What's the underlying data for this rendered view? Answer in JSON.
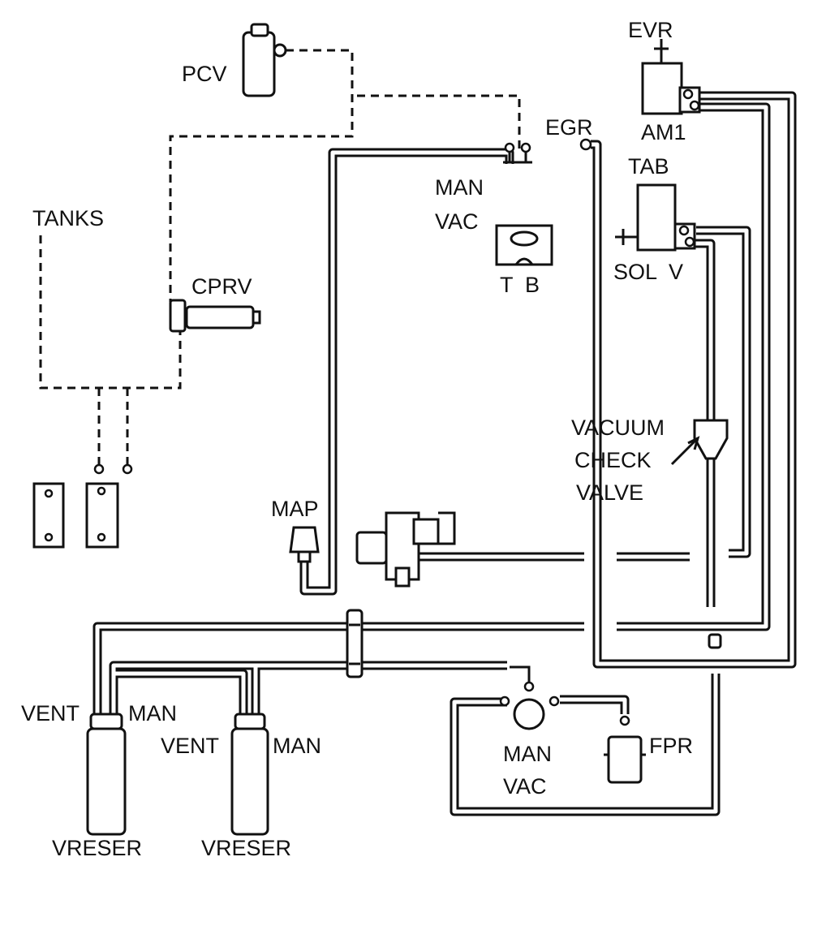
{
  "diagram": {
    "labels": {
      "pcv": "PCV",
      "tanks": "TANKS",
      "cprv": "CPRV",
      "egr": "EGR",
      "evr": "EVR",
      "am1": "AM1",
      "tab": "TAB",
      "man_vac_top_1": "MAN",
      "man_vac_top_2": "VAC",
      "tb": "T  B",
      "sol_v": "SOL  V",
      "vacuum": "VACUUM",
      "check": "CHECK",
      "valve": "VALVE",
      "map": "MAP",
      "vent_left": "VENT",
      "man_left": "MAN",
      "vent_mid": "VENT",
      "man_mid": "MAN",
      "vreser_left": "VRESER",
      "vreser_mid": "VRESER",
      "man_vac_bottom_1": "MAN",
      "man_vac_bottom_2": "VAC",
      "fpr": "FPR"
    },
    "colors": {
      "line": "#111111",
      "background": "#ffffff"
    }
  }
}
